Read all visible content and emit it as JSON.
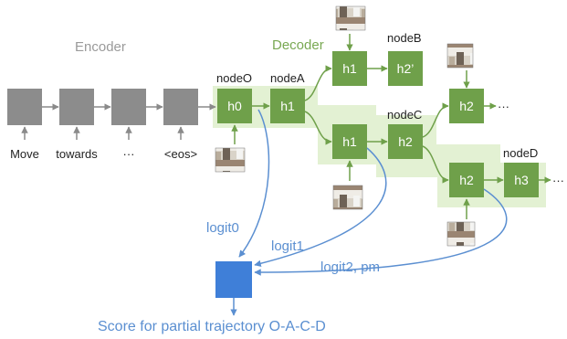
{
  "labels": {
    "encoder": "Encoder",
    "decoder": "Decoder",
    "score": "Score for partial trajectory O-A-C-D"
  },
  "tokens": [
    "Move",
    "towards",
    "···",
    "<eos>"
  ],
  "nodes": {
    "nodeO": "nodeO",
    "nodeA": "nodeA",
    "nodeB": "nodeB",
    "nodeC": "nodeC",
    "nodeD": "nodeD"
  },
  "states": {
    "h0": "h0",
    "h1_a": "h1",
    "h1_b": "h1",
    "h2_b": "h2’",
    "h1_c": "h1",
    "h2_c": "h2",
    "h2_top": "h2",
    "h2_d": "h2",
    "h3_d": "h3",
    "ellipsis_top": "···",
    "ellipsis_d": "···"
  },
  "logits": {
    "logit0": "logit0",
    "logit1": "logit1",
    "logit2": "logit2, pm"
  },
  "colors": {
    "encoder_box": "#8c8c8c",
    "decoder_box": "#6fa04a",
    "highlight": "#e3f1d3",
    "blue": "#5b8fd1",
    "score_box": "#3f7fd8",
    "gray_text": "#9a9a9a",
    "green_text": "#79a853",
    "arrow_gray": "#8a8a8a"
  }
}
